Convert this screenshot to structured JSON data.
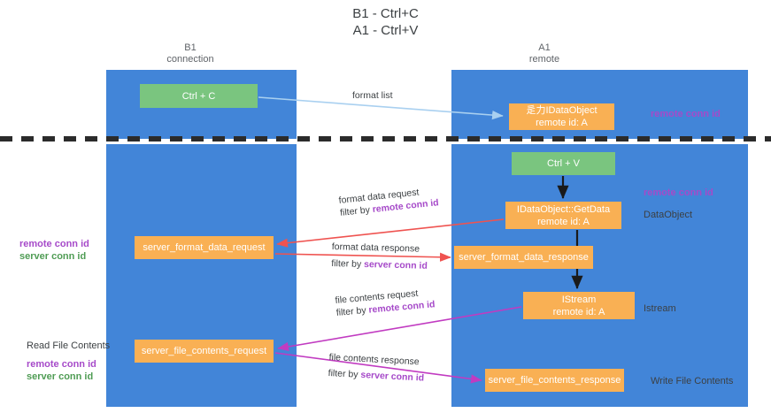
{
  "title": "B1 - Ctrl+C\nA1 - Ctrl+V",
  "columns": {
    "b1": "B1\nconnection",
    "a1": "A1\nremote"
  },
  "nodes": {
    "ctrl_c": "Ctrl + C",
    "idataobject": {
      "line1": "⾡⼒IDataObject",
      "line2": "remote id: A"
    },
    "ctrl_v": "Ctrl + V",
    "getdata": {
      "line1": "IDataObject::GetData",
      "line2": "remote id: A"
    },
    "server_format_data_request": "server_format_data_request",
    "server_format_data_response": "server_format_data_response",
    "istream": {
      "line1": "IStream",
      "line2": "remote id: A"
    },
    "server_file_contents_request": "server_file_contents_request",
    "server_file_contents_response": "server_file_contents_response"
  },
  "annotations": {
    "remote_conn_id_top": "remote conn id",
    "remote_conn_id_mid": "remote conn id",
    "dataobject": "DataObject",
    "istream": "Istream",
    "write_file_contents": "Write File Contents",
    "left_mid_remote": "remote conn id",
    "left_mid_server": "server conn id",
    "read_file_contents": "Read File Contents",
    "left_bottom_remote": "remote conn id",
    "left_bottom_server": "server conn id"
  },
  "edges": {
    "format_list": "format list",
    "format_data_request": "format data request",
    "format_data_request_filter_prefix": "filter by ",
    "format_data_request_filter_key": "remote conn id",
    "format_data_response": "format data response",
    "format_data_response_filter_prefix": "filter by ",
    "format_data_response_filter_key": "server conn id",
    "file_contents_request": "file contents request",
    "file_contents_request_filter_prefix": "filter by ",
    "file_contents_request_filter_key": "remote conn id",
    "file_contents_response": "file contents response",
    "file_contents_response_filter_prefix": "filter by ",
    "file_contents_response_filter_key": "server conn id"
  },
  "colors": {
    "lane": "#4285d8",
    "green_node": "#7ac57f",
    "orange_node": "#f9b054",
    "purple": "#a64ac9",
    "green_text": "#4f9c54",
    "red_arrow": "#ef5350",
    "magenta_arrow": "#c13bc1",
    "lightblue_arrow": "#a9d0f0",
    "black_arrow": "#1a1a1a"
  }
}
